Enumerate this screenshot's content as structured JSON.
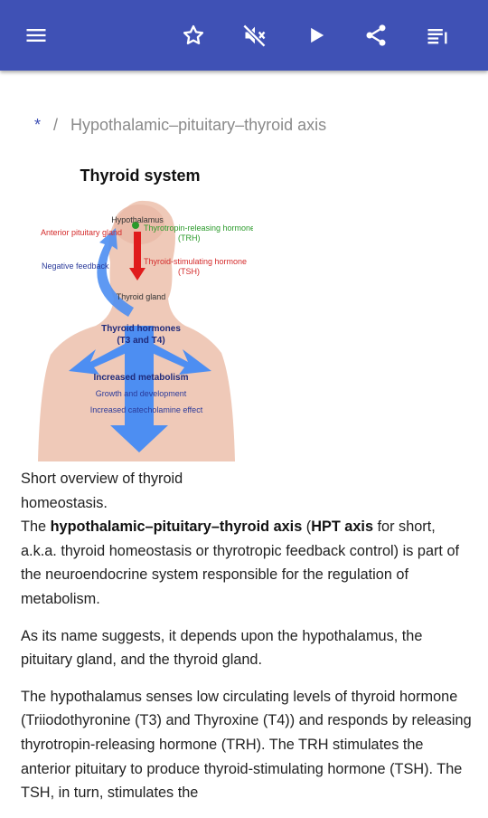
{
  "toolbar": {
    "icons": [
      "menu-icon",
      "star-icon",
      "mute-icon",
      "play-icon",
      "share-icon",
      "playlist-icon"
    ],
    "color": "#3f51b5"
  },
  "breadcrumb": {
    "home": "*",
    "separator": "/",
    "current": "Hypothalamic–pituitary–thyroid axis"
  },
  "figure": {
    "title": "Thyroid system",
    "labels": {
      "hypothalamus": "Hypothalamus",
      "anterior_pituitary": "Anterior pituitary gland",
      "trh_line1": "Thyrotropin-releasing hormone",
      "trh_line2": "(TRH)",
      "negative_feedback": "Negative feedback",
      "tsh_line1": "Thyroid-stimulating hormone",
      "tsh_line2": "(TSH)",
      "thyroid_gland": "Thyroid gland",
      "hormones_line1": "Thyroid hormones",
      "hormones_line2": "(T3 and T4)",
      "metabolism": "Increased metabolism",
      "growth": "Growth and development",
      "catecholamine": "Increased catecholamine effect"
    }
  },
  "article": {
    "caption": "Short overview of thyroid homeostasis.",
    "p1_pre": "The ",
    "p1_bold1": "hypothalamic–pituitary–thyroid axis",
    "p1_mid": " (",
    "p1_bold2": "HPT axis",
    "p1_post": " for short, a.k.a. thyroid homeostasis or thyrotropic feedback control) is part of the neuroendocrine system responsible for the regulation of metabolism.",
    "p2": "As its name suggests, it depends upon the hypothalamus, the pituitary gland, and the thyroid gland.",
    "p3": "The hypothalamus senses low circulating levels of thyroid hormone (Triiodothyronine (T3) and Thyroxine (T4)) and responds by releasing thyrotropin-releasing hormone (TRH). The TRH stimulates the anterior pituitary to produce thyroid-stimulating hormone (TSH). The TSH, in turn, stimulates the"
  }
}
